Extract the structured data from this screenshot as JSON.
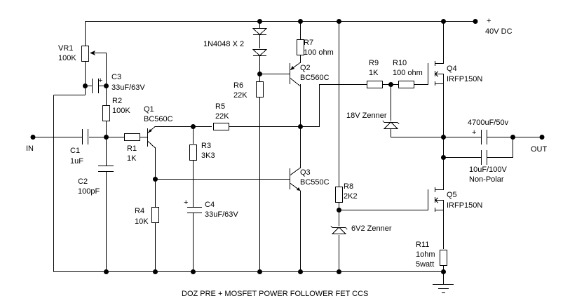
{
  "title": "DOZ PRE + MOSFET POWER FOLLOWER FET CCS",
  "terminals": {
    "input": "IN",
    "output": "OUT",
    "supply_plus": "+",
    "supply": "40V DC"
  },
  "components": {
    "VR1": {
      "ref": "VR1",
      "value": "100K"
    },
    "C3": {
      "ref": "C3",
      "value": "33uF/63V",
      "polarity": "+"
    },
    "R2": {
      "ref": "R2",
      "value": "100K"
    },
    "C1": {
      "ref": "C1",
      "value": "1uF"
    },
    "C2": {
      "ref": "C2",
      "value": "100pF"
    },
    "R1": {
      "ref": "R1",
      "value": "1K"
    },
    "Q1": {
      "ref": "Q1",
      "value": "BC560C"
    },
    "R3": {
      "ref": "R3",
      "value": "3K3"
    },
    "R4": {
      "ref": "R4",
      "value": "10K"
    },
    "C4": {
      "ref": "C4",
      "value": "33uF/63V",
      "polarity": "+"
    },
    "R5": {
      "ref": "R5",
      "value": "22K"
    },
    "D": {
      "ref": "1N4048 X 2"
    },
    "R6": {
      "ref": "R6",
      "value": "22K"
    },
    "R7": {
      "ref": "R7",
      "value": "100 ohm"
    },
    "Q2": {
      "ref": "Q2",
      "value": "BC560C"
    },
    "Q3": {
      "ref": "Q3",
      "value": "BC550C"
    },
    "R8": {
      "ref": "R8",
      "value": "2K2"
    },
    "ZD2": {
      "ref": "6V2 Zenner"
    },
    "R9": {
      "ref": "R9",
      "value": "1K"
    },
    "R10": {
      "ref": "R10",
      "value": "100 ohm"
    },
    "ZD1": {
      "ref": "18V Zenner"
    },
    "Q4": {
      "ref": "Q4",
      "value": "IRFP150N"
    },
    "Q5": {
      "ref": "Q5",
      "value": "IRFP150N"
    },
    "R11": {
      "ref": "R11",
      "value": "1ohm",
      "rating": "5watt"
    },
    "C5": {
      "value": "4700uF/50v",
      "polarity": "+"
    },
    "C6": {
      "value": "10uF/100V",
      "type": "Non-Polar"
    }
  }
}
